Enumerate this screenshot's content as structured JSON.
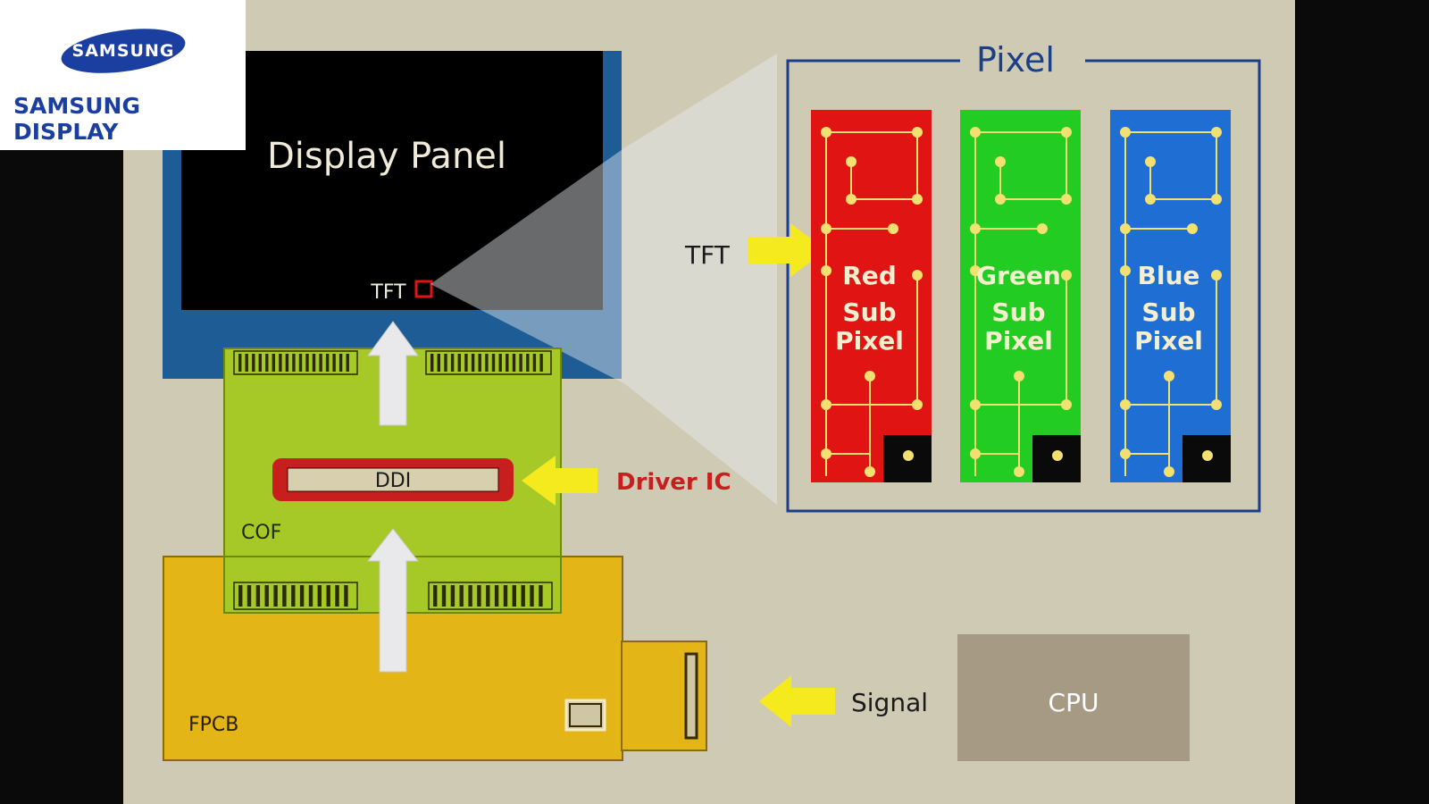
{
  "logo": {
    "emblem_text": "SAMSUNG",
    "brand_text": "SAMSUNG DISPLAY"
  },
  "diagram": {
    "display_panel": "Display Panel",
    "tft_small": "TFT",
    "ddi": "DDI",
    "cof": "COF",
    "fpcb": "FPCB",
    "driver_ic": "Driver IC",
    "signal": "Signal",
    "cpu": "CPU",
    "pixel_title": "Pixel",
    "tft_large": "TFT",
    "subpixels": [
      {
        "line1": "Red",
        "line2": "Sub",
        "line3": "Pixel",
        "color": "#e11414"
      },
      {
        "line1": "Green",
        "line2": "Sub",
        "line3": "Pixel",
        "color": "#22cc22"
      },
      {
        "line1": "Blue",
        "line2": "Sub",
        "line3": "Pixel",
        "color": "#1f6ed4"
      }
    ]
  },
  "colors": {
    "board": "#cfcab4",
    "panel_blue": "#1d5c94",
    "cof_green": "#a6c928",
    "fpcb_yellow": "#e3b516",
    "arrow_yellow": "#f4ea1e",
    "driver_red": "#c81e1e",
    "cpu_taupe": "#a69a84",
    "frame_navy": "#1c3f8a",
    "circuit": "#f2e070"
  }
}
